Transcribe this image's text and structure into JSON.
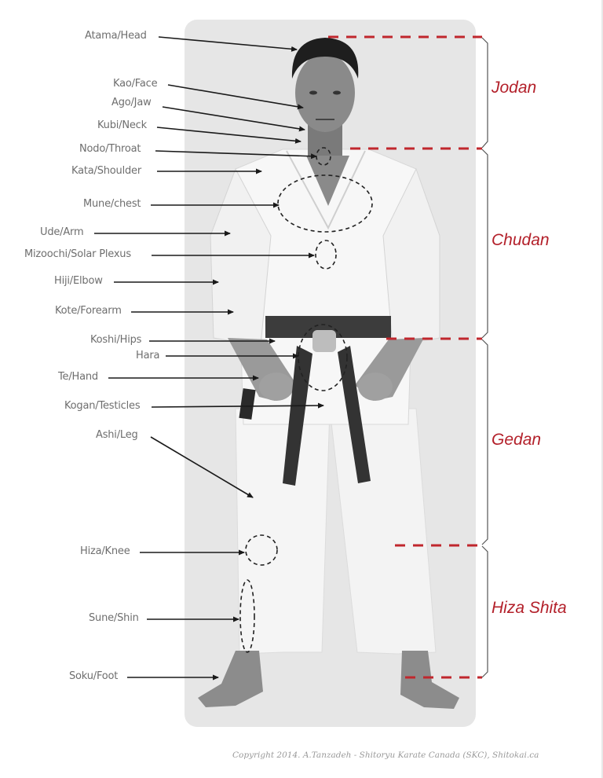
{
  "labels": {
    "head": "Atama/Head",
    "face": "Kao/Face",
    "jaw": "Ago/Jaw",
    "neck": "Kubi/Neck",
    "throat": "Nodo/Throat",
    "shoulder": "Kata/Shoulder",
    "chest": "Mune/chest",
    "arm": "Ude/Arm",
    "solar_plexus": "Mizoochi/Solar Plexus",
    "elbow": "Hiji/Elbow",
    "forearm": "Kote/Forearm",
    "hips": "Koshi/Hips",
    "hara": "Hara",
    "hand": "Te/Hand",
    "testicles": "Kogan/Testicles",
    "leg": "Ashi/Leg",
    "knee": "Hiza/Knee",
    "shin": "Sune/Shin",
    "foot": "Soku/Foot"
  },
  "zones": {
    "jodan": "Jodan",
    "chudan": "Chudan",
    "gedan": "Gedan",
    "hiza_shita": "Hiza Shita"
  },
  "colors": {
    "zone_red": "#b3202a",
    "label_grey": "#6e6e6e",
    "panel_grey": "#e6e6e6"
  },
  "copyright": "Copyright 2014. A.Tanzadeh - Shitoryu Karate Canada (SKC), Shitokai.ca"
}
